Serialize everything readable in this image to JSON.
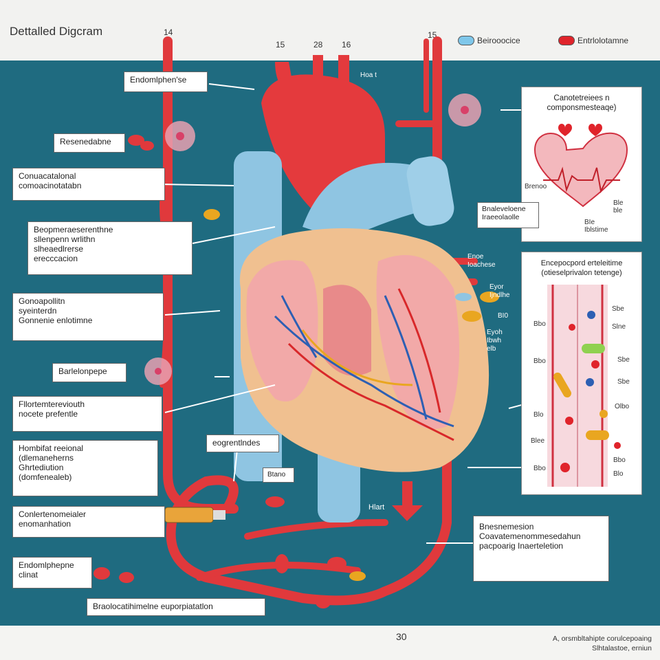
{
  "header": {
    "title": "Dettalled Digcram",
    "numbers": [
      "14",
      "15",
      "28",
      "16",
      "15"
    ],
    "legend": [
      {
        "label": "Beirooocice",
        "color": "#7fc7ea"
      },
      {
        "label": "Entrlolotamne",
        "color": "#e0242b"
      }
    ]
  },
  "left_labels": [
    "Endomlphen'se",
    "Resenedabne",
    "Conuacatalonal\ncomoacinotatabn",
    "Beopmeraeserenthne\nsllenpenn wrlithn\nslheaedlrerse\nerecccacion",
    "Gonoapollitn\nsyeinterdn\nGonnenie enlotimne",
    "Barlelonpepe",
    "Fllortemtereviouth\nnocete prefentle",
    "Hombifat reeional\n(dlemaneherns\nGhrtediution\n(domfenealeb)",
    "Conlertenomeialer\nenomanhation",
    "Endomlphepne\nclinat"
  ],
  "inline_labels": {
    "center": "eogrentlndes",
    "small_box": "Btano",
    "heart_note": "Hlart",
    "bottom": "Braolocatihimelne euporpiatatlon",
    "explanation": "Bnesnemesion\nCoavatemenommesedahun\npacpoarig Inaerteletion"
  },
  "heart_labels": [
    "Hoa t",
    "Enoe\nIoachese",
    "Eyor\nIjndlhe",
    "BI0",
    "Eyoh\nIbwh\nelb"
  ],
  "top_panel": {
    "title": "Canotetreiees n\ncomponsmesteaqe)",
    "labels": [
      "Brenoo",
      "Bnaleveloene\nIraeeolaolle",
      "BIe\nIblstime",
      "Ble\nble"
    ]
  },
  "right_panel": {
    "title": "Encepocpord erteleitime\n(otieselprivalon tetenge)",
    "left_labels": [
      "Bbo",
      "Bbo",
      "Blo",
      "Blee",
      "Bbo"
    ],
    "right_labels": [
      "Sbe",
      "Slne",
      "Sbe",
      "Sbe",
      "Olbo",
      "Bbo",
      "Blo"
    ]
  },
  "footer": {
    "number": "30",
    "credit": "A, orsmbltahipte corulcepoaing\nSlhtalastoe, erniun"
  },
  "colors": {
    "board": "#1f6b80",
    "vessel": "#e0393c",
    "vein": "#8fc5e2"
  }
}
